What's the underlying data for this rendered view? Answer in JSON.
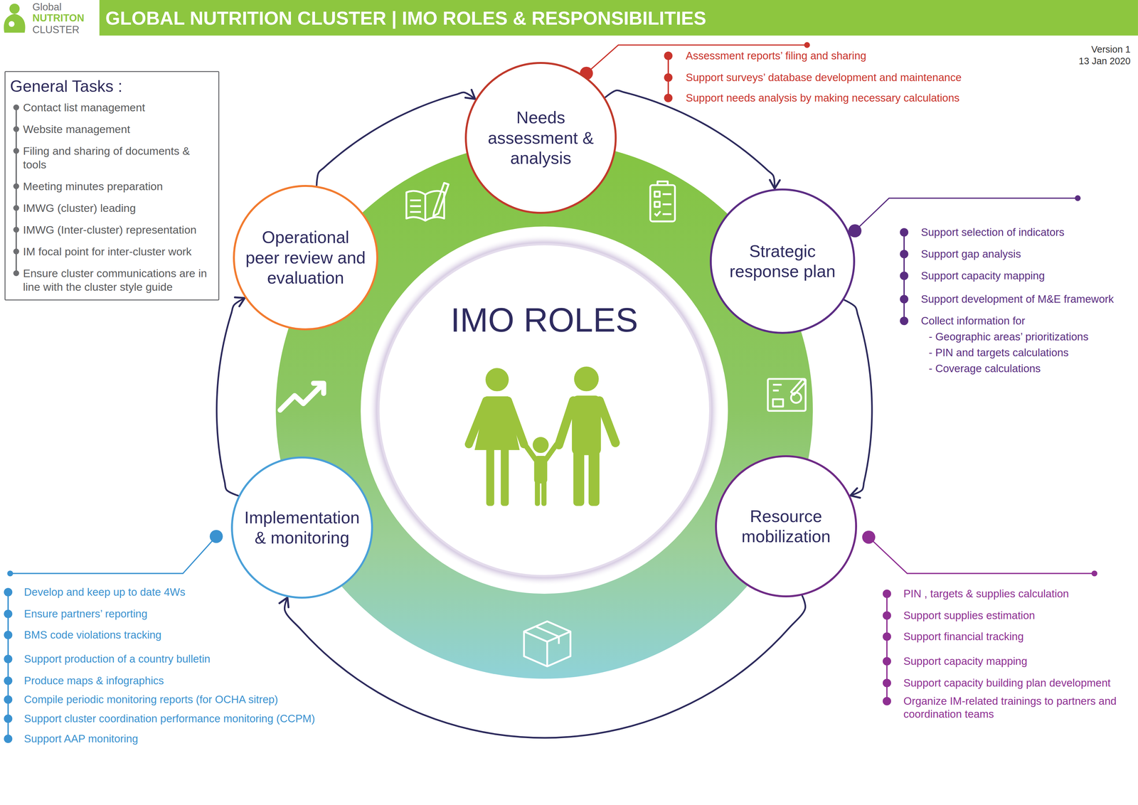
{
  "diagram": {
    "title": "GLOBAL NUTRITION CLUSTER | IMO ROLES & RESPONSIBILITIES",
    "nodes": [
      {
        "text": [
          "General Tasks :",
          "Contact list management",
          "Website management",
          "Filing and sharing of documents & tools",
          "Meeting minutes preparation",
          "IMWG (cluster) leading",
          "IMWG (Inter-cluster) representation",
          "IM focal point for inter-cluster work",
          "Ensure cluster communications are in line with the cluster style guide"
        ]
      },
      {
        "text": [
          "Needs assessment & analysis"
        ]
      },
      {
        "text": [
          "Operational peer review and evaluation"
        ]
      },
      {
        "text": [
          "Strategic response plan"
        ]
      },
      {
        "text": [
          "IMO ROLES"
        ]
      },
      {
        "text": [
          "Implementation & monitoring"
        ]
      },
      {
        "text": [
          "Resource mobilization"
        ]
      }
    ],
    "edges": [
      {
        "from": 1,
        "to": 3,
        "arrow": "to"
      },
      {
        "from": 3,
        "to": 6,
        "arrow": "to"
      },
      {
        "from": 6,
        "to": 5,
        "arrow": "to"
      },
      {
        "from": 5,
        "to": 2,
        "arrow": "to"
      },
      {
        "from": 2,
        "to": 1,
        "arrow": "to"
      }
    ],
    "labels": [
      "Global",
      "NUTRITON",
      "CLUSTER",
      "Version 1",
      "13 Jan 2020",
      "Assessment reports’ filing and sharing",
      "Support surveys’ database development and maintenance",
      "Support needs analysis by making necessary calculations",
      "Support selection of indicators",
      "Support gap analysis",
      "Support capacity mapping",
      "Support development of M&E framework",
      "Collect information for",
      "- Geographic areas’ prioritizations",
      "- PIN and targets calculations",
      "- Coverage calculations",
      "PIN , targets & supplies calculation",
      "Support supplies estimation",
      "Support financial tracking",
      "Support capacity mapping",
      "Support capacity building plan development",
      "Organize IM-related trainings to partners and coordination teams",
      "Develop and keep up to date 4Ws",
      "Ensure partners’ reporting",
      "BMS code violations tracking",
      "Support production of a country bulletin",
      "Produce maps & infographics",
      "Compile periodic monitoring reports (for OCHA sitrep)",
      "Support cluster coordination performance monitoring (CCPM)",
      "Support AAP monitoring"
    ]
  }
}
